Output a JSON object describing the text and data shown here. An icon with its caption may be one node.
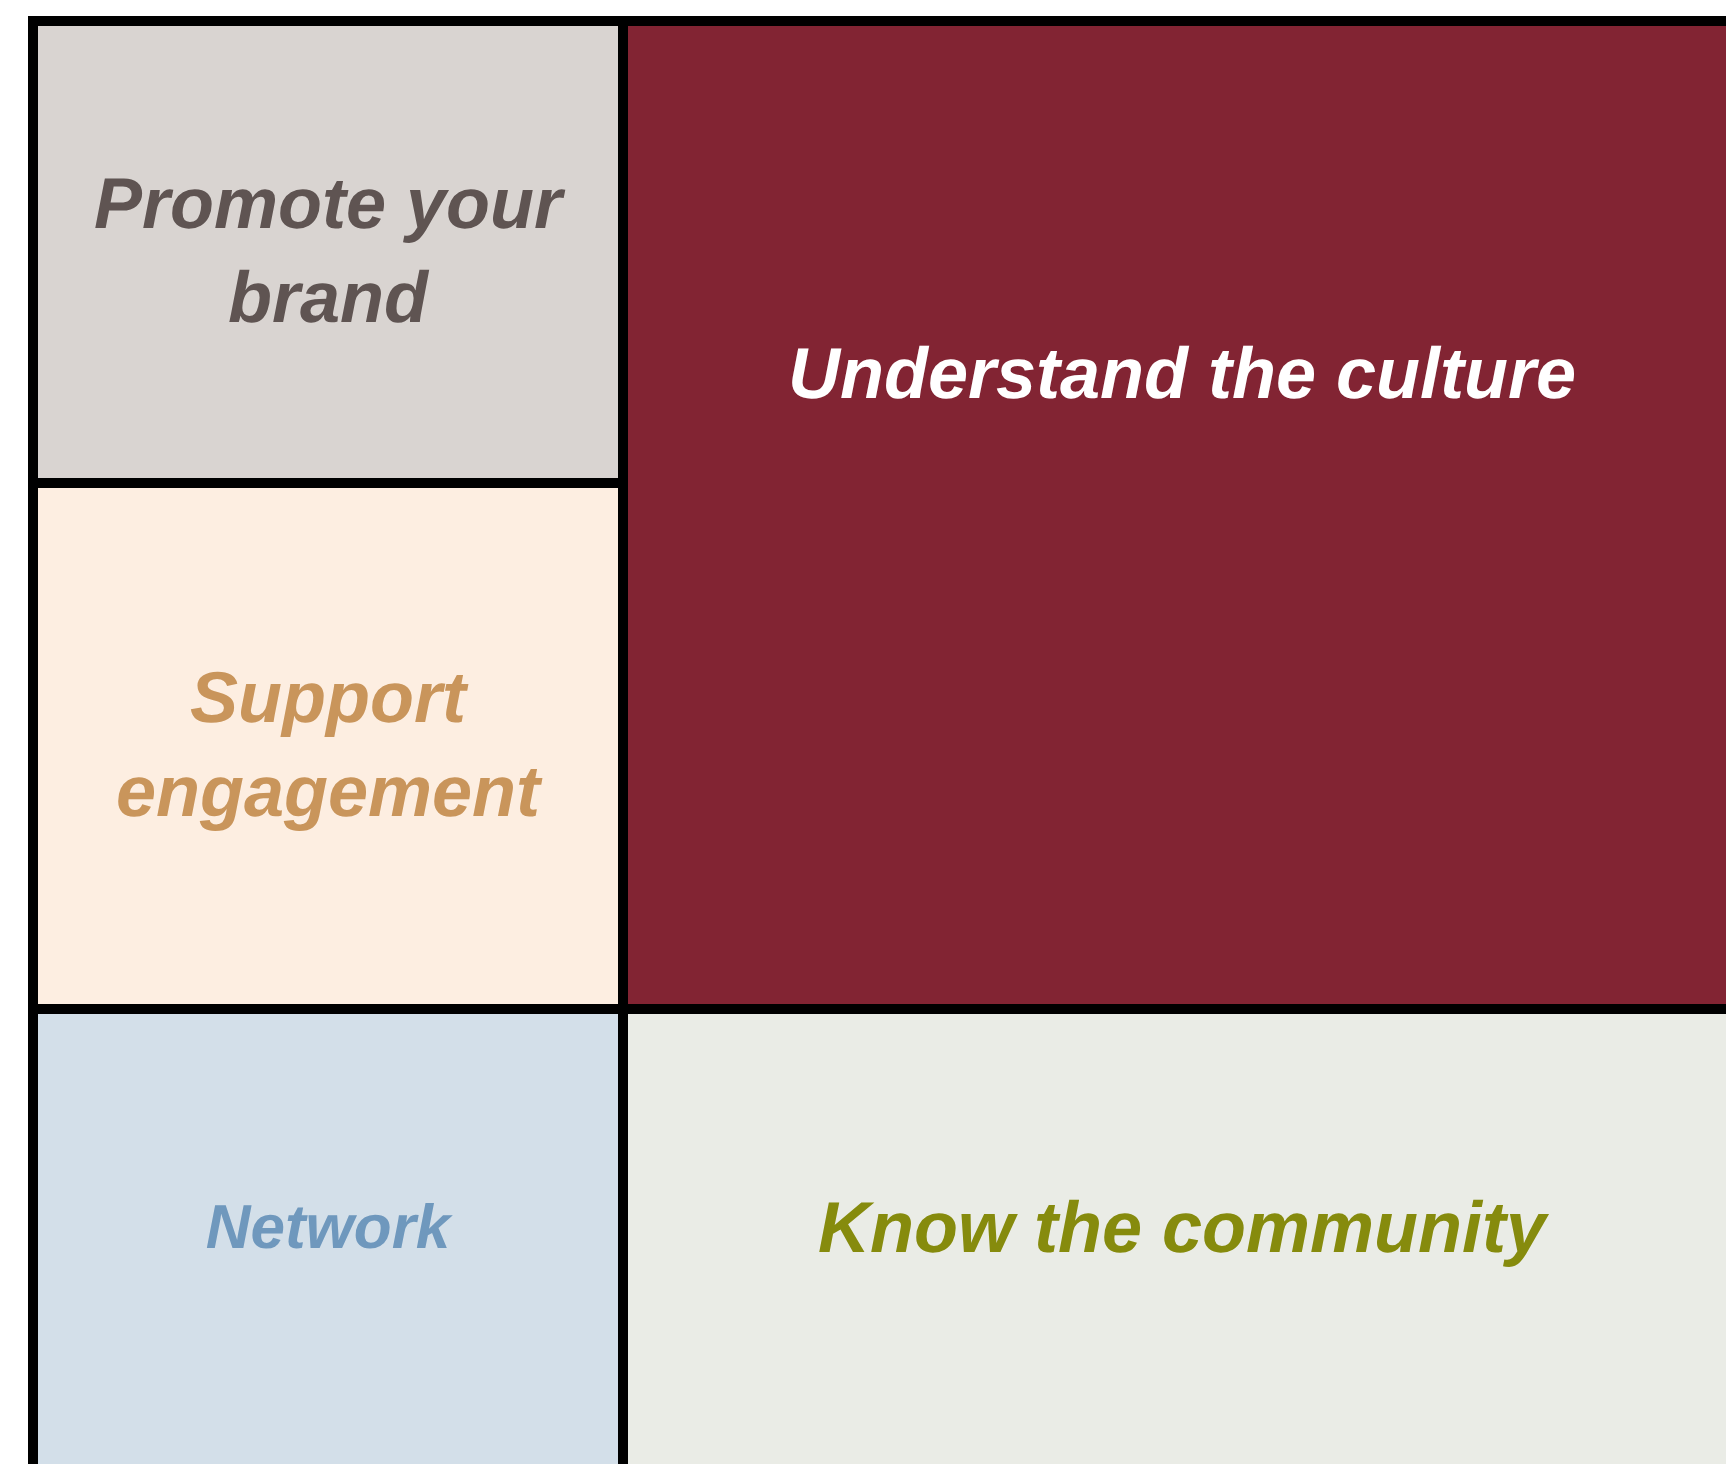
{
  "diagram": {
    "nodes": [
      {
        "text": [
          "Promote your brand"
        ]
      },
      {
        "text": [
          "Support engagement"
        ]
      },
      {
        "text": [
          "Network"
        ]
      },
      {
        "text": [
          "Understand the culture"
        ]
      },
      {
        "text": [
          "Know the community"
        ]
      }
    ]
  }
}
